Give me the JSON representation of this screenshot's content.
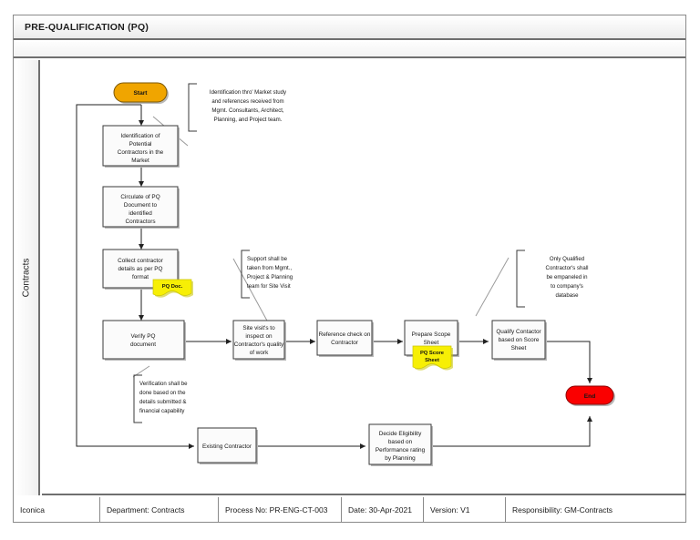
{
  "header": {
    "title": "PRE-QUALIFICATION (PQ)"
  },
  "swimlane": {
    "label": "Contracts"
  },
  "flow": {
    "start": {
      "label": "Start"
    },
    "end": {
      "label": "End"
    },
    "nodes": [
      {
        "id": "identify",
        "lines": [
          "Identification of",
          "Potential",
          "Contractors in the",
          "Market"
        ]
      },
      {
        "id": "circulate",
        "lines": [
          "Circulate of PQ",
          "Document to",
          "identified",
          "Contractors"
        ]
      },
      {
        "id": "collect",
        "lines": [
          "Collect  contractor",
          "details as per PQ",
          "format"
        ]
      },
      {
        "id": "verify",
        "lines": [
          "Verify PQ",
          "document"
        ]
      },
      {
        "id": "sitevisit",
        "lines": [
          "Site visit's to",
          "inspect on",
          "Contractor's quality",
          "of work"
        ]
      },
      {
        "id": "refcheck",
        "lines": [
          "Reference check on",
          "Contractor"
        ]
      },
      {
        "id": "scope",
        "lines": [
          "Prepare Scope",
          "Sheet"
        ]
      },
      {
        "id": "qualify",
        "lines": [
          "Qualify Contactor",
          "based on Score",
          "Sheet"
        ]
      },
      {
        "id": "existing",
        "lines": [
          "Existing Contractor"
        ]
      },
      {
        "id": "eligibility",
        "lines": [
          "Decide Eligibility",
          "based on",
          "Performance rating",
          "by Planning"
        ]
      }
    ],
    "notes": [
      {
        "id": "note-identification",
        "align": "center",
        "lines": [
          "Identification thro' Market study",
          "and references received from",
          "Mgmt. Consultants, Architect,",
          "Planning, and Project team."
        ]
      },
      {
        "id": "note-support",
        "align": "left",
        "lines": [
          "Support shall be",
          "taken from Mgmt.,",
          "Project & Planning",
          "team for Site Visit"
        ]
      },
      {
        "id": "note-qualified",
        "align": "center",
        "lines": [
          "Only Qualified",
          "Contractor's shall",
          "be empaneled  in",
          "to company's",
          "database"
        ]
      },
      {
        "id": "note-verification",
        "align": "left",
        "lines": [
          "Verification shall be",
          "done based on the",
          "details submitted &",
          "financial capability"
        ]
      }
    ],
    "stickies": [
      {
        "id": "sticky-pq-doc",
        "lines": [
          "PQ Doc."
        ]
      },
      {
        "id": "sticky-pq-score",
        "lines": [
          "PQ Score",
          "Sheet"
        ]
      }
    ]
  },
  "footer": {
    "company": "Iconica",
    "department": "Department: Contracts",
    "process_no": "Process No: PR-ENG-CT-003",
    "date": "Date: 30-Apr-2021",
    "version": "Version: V1",
    "responsibility": "Responsibility: GM-Contracts"
  },
  "colors": {
    "start_fill": "#f0a500",
    "end_fill": "#fa0000",
    "sticky_fill": "#f7ef05",
    "box_fill": "#fbfbfb",
    "line": "#222222"
  }
}
